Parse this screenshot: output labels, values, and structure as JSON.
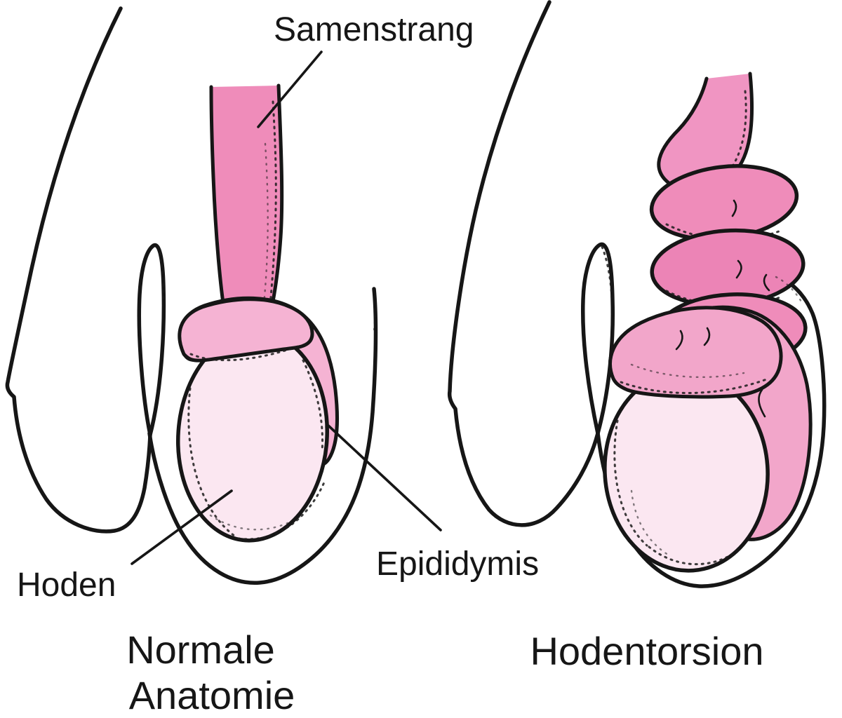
{
  "labels": {
    "samenstrang": "Samenstrang",
    "hoden": "Hoden",
    "epididymis": "Epididymis"
  },
  "captions": {
    "left_line1": "Normale",
    "left_line2": "Anatomie",
    "right": "Hodentorsion"
  },
  "colors": {
    "ink": "#161616",
    "cord": "#ef8cba",
    "cord_light": "#f095c2",
    "cord_deep": "#ec84b6",
    "epididymis": "#f5b3d3",
    "epididymis_swollen": "#f2a6ca",
    "testicle": "#fbe7f1",
    "background": "#ffffff"
  }
}
